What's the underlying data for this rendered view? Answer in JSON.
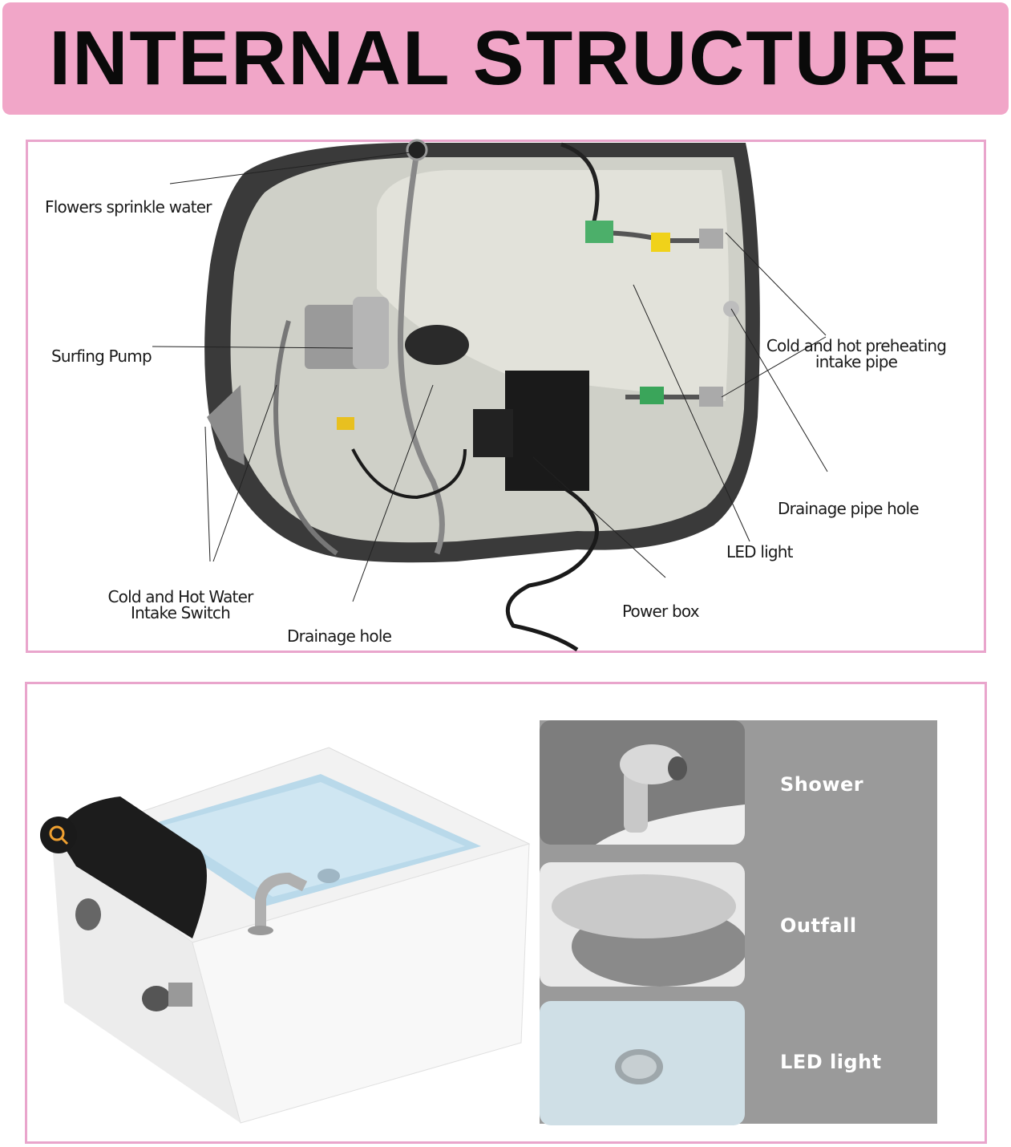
{
  "header": {
    "title": "INTERNAL STRUCTURE"
  },
  "diagram": {
    "labels": {
      "flowers_sprinkle_water": "Flowers sprinkle water",
      "surfing_pump": "Surfing Pump",
      "cold_hot_preheating_line1": "Cold and hot preheating",
      "cold_hot_preheating_line2": "intake pipe",
      "drainage_pipe_hole": "Drainage pipe hole",
      "led_light": "LED light",
      "power_box": "Power box",
      "drainage_hole": "Drainage hole",
      "cold_hot_switch_line1": "Cold and Hot Water",
      "cold_hot_switch_line2": "Intake Switch"
    }
  },
  "features": [
    {
      "label": "Shower"
    },
    {
      "label": "Outfall"
    },
    {
      "label": "LED light"
    }
  ],
  "icons": {
    "zoom": "magnifier-icon"
  }
}
